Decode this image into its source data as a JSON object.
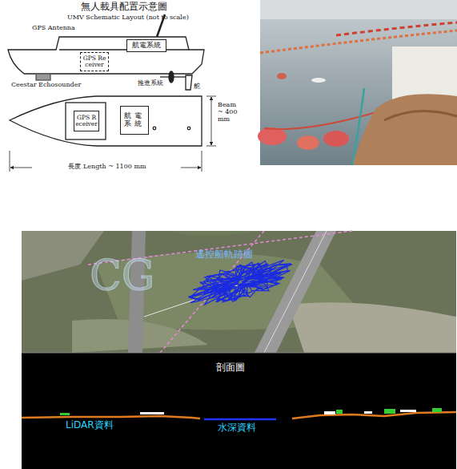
{
  "diagram": {
    "title": "無人載具配置示意圖",
    "nodes": [
      {
        "text": [
          "航電系統"
        ]
      },
      {
        "text": [
          "GPS Receiver"
        ]
      },
      {
        "text": [
          "GPS Receiver"
        ]
      },
      {
        "text": [
          "航電系統"
        ]
      }
    ],
    "labels": [
      "UMV Schematic Layout (not to scale)",
      "GPS Antenna",
      "Ceestar Echosounder",
      "推進系統",
      "舵",
      "Beam ~ 400 mm",
      "長度 Length ~ 1100 mm",
      "CG",
      "遙控船軌跡圖",
      "剖面圖",
      "LiDAR資料",
      "水深資料"
    ]
  }
}
